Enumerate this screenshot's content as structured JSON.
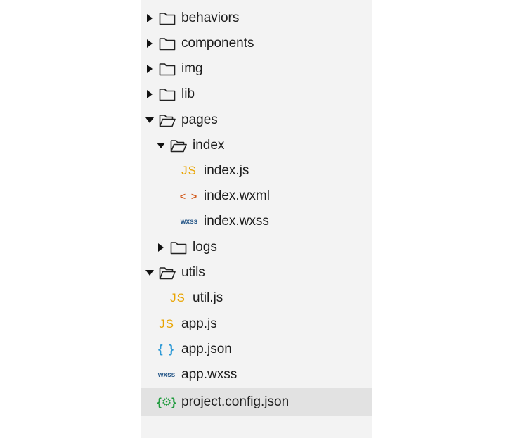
{
  "tree": [
    {
      "label": "behaviors",
      "kind": "folder",
      "expanded": false
    },
    {
      "label": "components",
      "kind": "folder",
      "expanded": false
    },
    {
      "label": "img",
      "kind": "folder",
      "expanded": false
    },
    {
      "label": "lib",
      "kind": "folder",
      "expanded": false
    },
    {
      "label": "pages",
      "kind": "folder",
      "expanded": true
    },
    {
      "label": "index",
      "kind": "folder",
      "expanded": true
    },
    {
      "label": "index.js",
      "kind": "file",
      "icon": "js-icon",
      "icon_text": "JS"
    },
    {
      "label": "index.wxml",
      "kind": "file",
      "icon": "wxml-icon",
      "icon_text": "< >"
    },
    {
      "label": "index.wxss",
      "kind": "file",
      "icon": "wxss-icon",
      "icon_text": "wxss"
    },
    {
      "label": "logs",
      "kind": "folder",
      "expanded": false
    },
    {
      "label": "utils",
      "kind": "folder",
      "expanded": true
    },
    {
      "label": "util.js",
      "kind": "file",
      "icon": "js-icon",
      "icon_text": "JS"
    },
    {
      "label": "app.js",
      "kind": "file",
      "icon": "js-icon",
      "icon_text": "JS"
    },
    {
      "label": "app.json",
      "kind": "file",
      "icon": "json-icon",
      "icon_text": "{ }"
    },
    {
      "label": "app.wxss",
      "kind": "file",
      "icon": "wxss-icon",
      "icon_text": "wxss"
    },
    {
      "label": "project.config.json",
      "kind": "file",
      "icon": "config-icon",
      "icon_text": "{⚙}",
      "selected": true
    }
  ],
  "colors": {
    "panel_bg": "#f3f3f3",
    "selected_bg": "#e2e2e2",
    "js": "#e9a400",
    "wxml": "#d25a1c",
    "wxss": "#2a5a8a",
    "json": "#2f9ad6",
    "config": "#1f9b3d"
  }
}
